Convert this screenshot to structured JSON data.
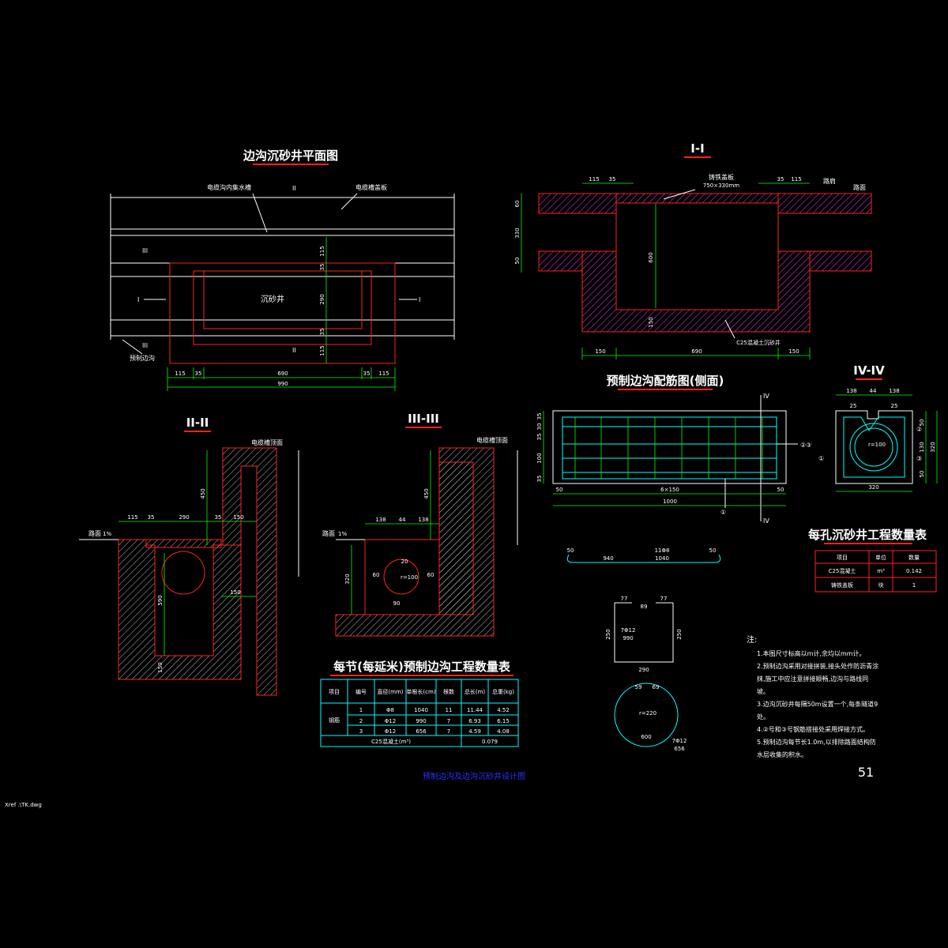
{
  "titles": {
    "plan": "边沟沉砂井平面图",
    "sec1": "I-I",
    "sec2": "II-II",
    "sec3": "III-III",
    "sec4": "IV-IV",
    "rebar": "预制边沟配筋图(侧面)",
    "qty_table": "每节(每延米)预制边沟工程数量表",
    "well_table": "每孔沉砂井工程数量表",
    "drawing": "预制边沟及边沟沉砂井设计图"
  },
  "plan": {
    "label_drain": "电缆沟内集水槽",
    "label_cover": "电缆槽盖板",
    "label_well": "沉砂井",
    "label_ditch": "预制边沟",
    "sec_I": "I",
    "sec_II": "II",
    "sec_III": "III",
    "dims_bottom": [
      "115",
      "35",
      "690",
      "35",
      "115"
    ],
    "dim_total": "990",
    "dims_right": [
      "115",
      "35",
      "290",
      "35",
      "115"
    ]
  },
  "sec1": {
    "label_plate": "铸铁盖板",
    "label_plate_size": "750×330mm",
    "label_top": "路肩",
    "label_pave": "路面",
    "label_concrete": "C25混凝土沉砂井",
    "dims_top_left": [
      "115",
      "35"
    ],
    "dims_top_right": [
      "35",
      "115"
    ],
    "dims_left": [
      "60",
      "330",
      "50"
    ],
    "dim_depth": "600",
    "dim_base": "150",
    "dims_bottom": [
      "150",
      "690",
      "150"
    ]
  },
  "sec2": {
    "label_top": "电缆槽顶面",
    "label_road": "路面",
    "slope": "1%",
    "dims_top": [
      "115",
      "35",
      "290",
      "35",
      "150"
    ],
    "dim_h1": "450",
    "dim_h2": "590",
    "dim_h3": "150",
    "dim_h4": "150"
  },
  "sec3": {
    "label_top": "电缆槽顶面",
    "label_road": "路面",
    "slope": "1%",
    "dims_top": [
      "138",
      "44",
      "138"
    ],
    "dim_h1": "450",
    "dim_h2": "320",
    "dim_a": "60",
    "dim_b": "60",
    "dim_c": "90",
    "dim_d": "20",
    "dim_r": "r=100"
  },
  "rebar": {
    "sec": "IV",
    "dims_left": [
      "35",
      "30",
      "35",
      "100",
      "35"
    ],
    "dims_bottom": [
      "50",
      "6×150",
      "50"
    ],
    "dim_total": "1000",
    "marks": [
      "②③",
      "①"
    ]
  },
  "sec4": {
    "dims_top": [
      "138",
      "44",
      "138"
    ],
    "dims_inner": [
      "25",
      "25"
    ],
    "dim_r": "r=100",
    "dims_right": [
      "50",
      "130",
      "50"
    ],
    "dim_h": "320",
    "dim_w": "320",
    "marks": [
      "①",
      "②",
      "③"
    ]
  },
  "bars": {
    "bar1_left": "50",
    "bar1_right": "50",
    "bar1_len": "940",
    "bar1_spec": "11Φ8",
    "bar1_total": "1040",
    "bar2_top_l": "77",
    "bar2_top_m": "89",
    "bar2_top_r": "77",
    "bar2_spec": "7Φ12",
    "bar2_len": "990",
    "bar2_left": "250",
    "bar2_right": "250",
    "bar2_bottom": "290",
    "bar3_top_l": "59",
    "bar3_top_r": "69",
    "bar3_r": "r=220",
    "bar3_spec": "7Φ12",
    "bar3_len": "656",
    "bar3_bottom": "600"
  },
  "qty_table": {
    "headers": [
      "项目",
      "编号",
      "直径(mm)",
      "单根长(cm)",
      "根数",
      "总长(m)",
      "总重(kg)"
    ],
    "group": "钢筋",
    "rows": [
      [
        "1",
        "Φ8",
        "1040",
        "11",
        "11.44",
        "4.52"
      ],
      [
        "2",
        "Φ12",
        "990",
        "7",
        "6.93",
        "6.15"
      ],
      [
        "3",
        "Φ12",
        "656",
        "7",
        "4.59",
        "4.08"
      ]
    ],
    "concrete_label": "C25混凝土(m³)",
    "concrete_value": "0.079"
  },
  "well_table": {
    "headers": [
      "项目",
      "单位",
      "数量"
    ],
    "rows": [
      [
        "C25混凝土",
        "m³",
        "0.142"
      ],
      [
        "铸铁盖板",
        "块",
        "1"
      ]
    ]
  },
  "notes": {
    "head": "注:",
    "lines": [
      "1.本图尺寸标高以m计,余均以mm计。",
      "2.预制边沟采用对接拼装,接头处作防沥青涂",
      "  抹,施工中应注意拼接顺畅,边沟与路线同",
      "  坡。",
      "3.边沟沉砂井每隔50m设置一个,每条隧道9",
      "  处。",
      "4.②号和③号钢筋搭接处采用焊接方式。",
      "5.预制边沟每节长1.0m,以排除路面结构防",
      "  水层收集的积水。"
    ]
  },
  "page_number": "51",
  "xref": "Xref .\\TK.dwg",
  "colors": {
    "bg": "#000000",
    "outline": "#ff2020",
    "dim": "#00ff00",
    "title": "#ffffff",
    "hatch": "#cc33cc",
    "table": "#00ffff"
  }
}
